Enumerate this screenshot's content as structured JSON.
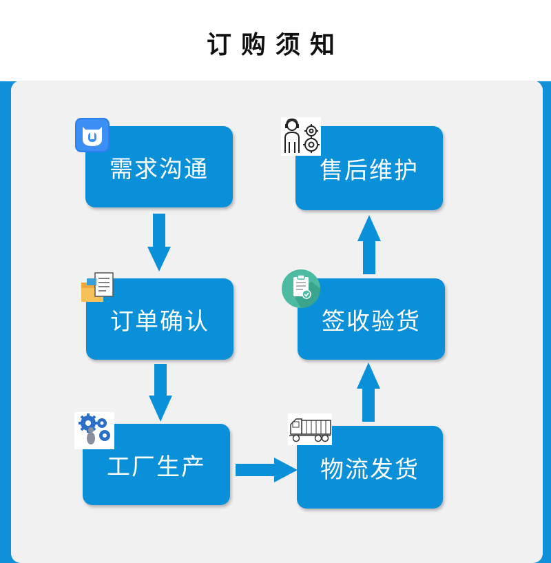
{
  "header": {
    "title": "订购须知"
  },
  "flow": {
    "steps": [
      {
        "label": "需求沟通",
        "icon": "chat-app-icon"
      },
      {
        "label": "订单确认",
        "icon": "document-folder-icon"
      },
      {
        "label": "工厂生产",
        "icon": "gears-icon"
      },
      {
        "label": "物流发货",
        "icon": "truck-icon"
      },
      {
        "label": "签收验货",
        "icon": "clipboard-check-icon"
      },
      {
        "label": "售后维护",
        "icon": "support-agent-icon"
      }
    ],
    "colors": {
      "accent": "#0f90d8",
      "box": "#0a90d8",
      "panel": "#f1f1f2"
    }
  }
}
